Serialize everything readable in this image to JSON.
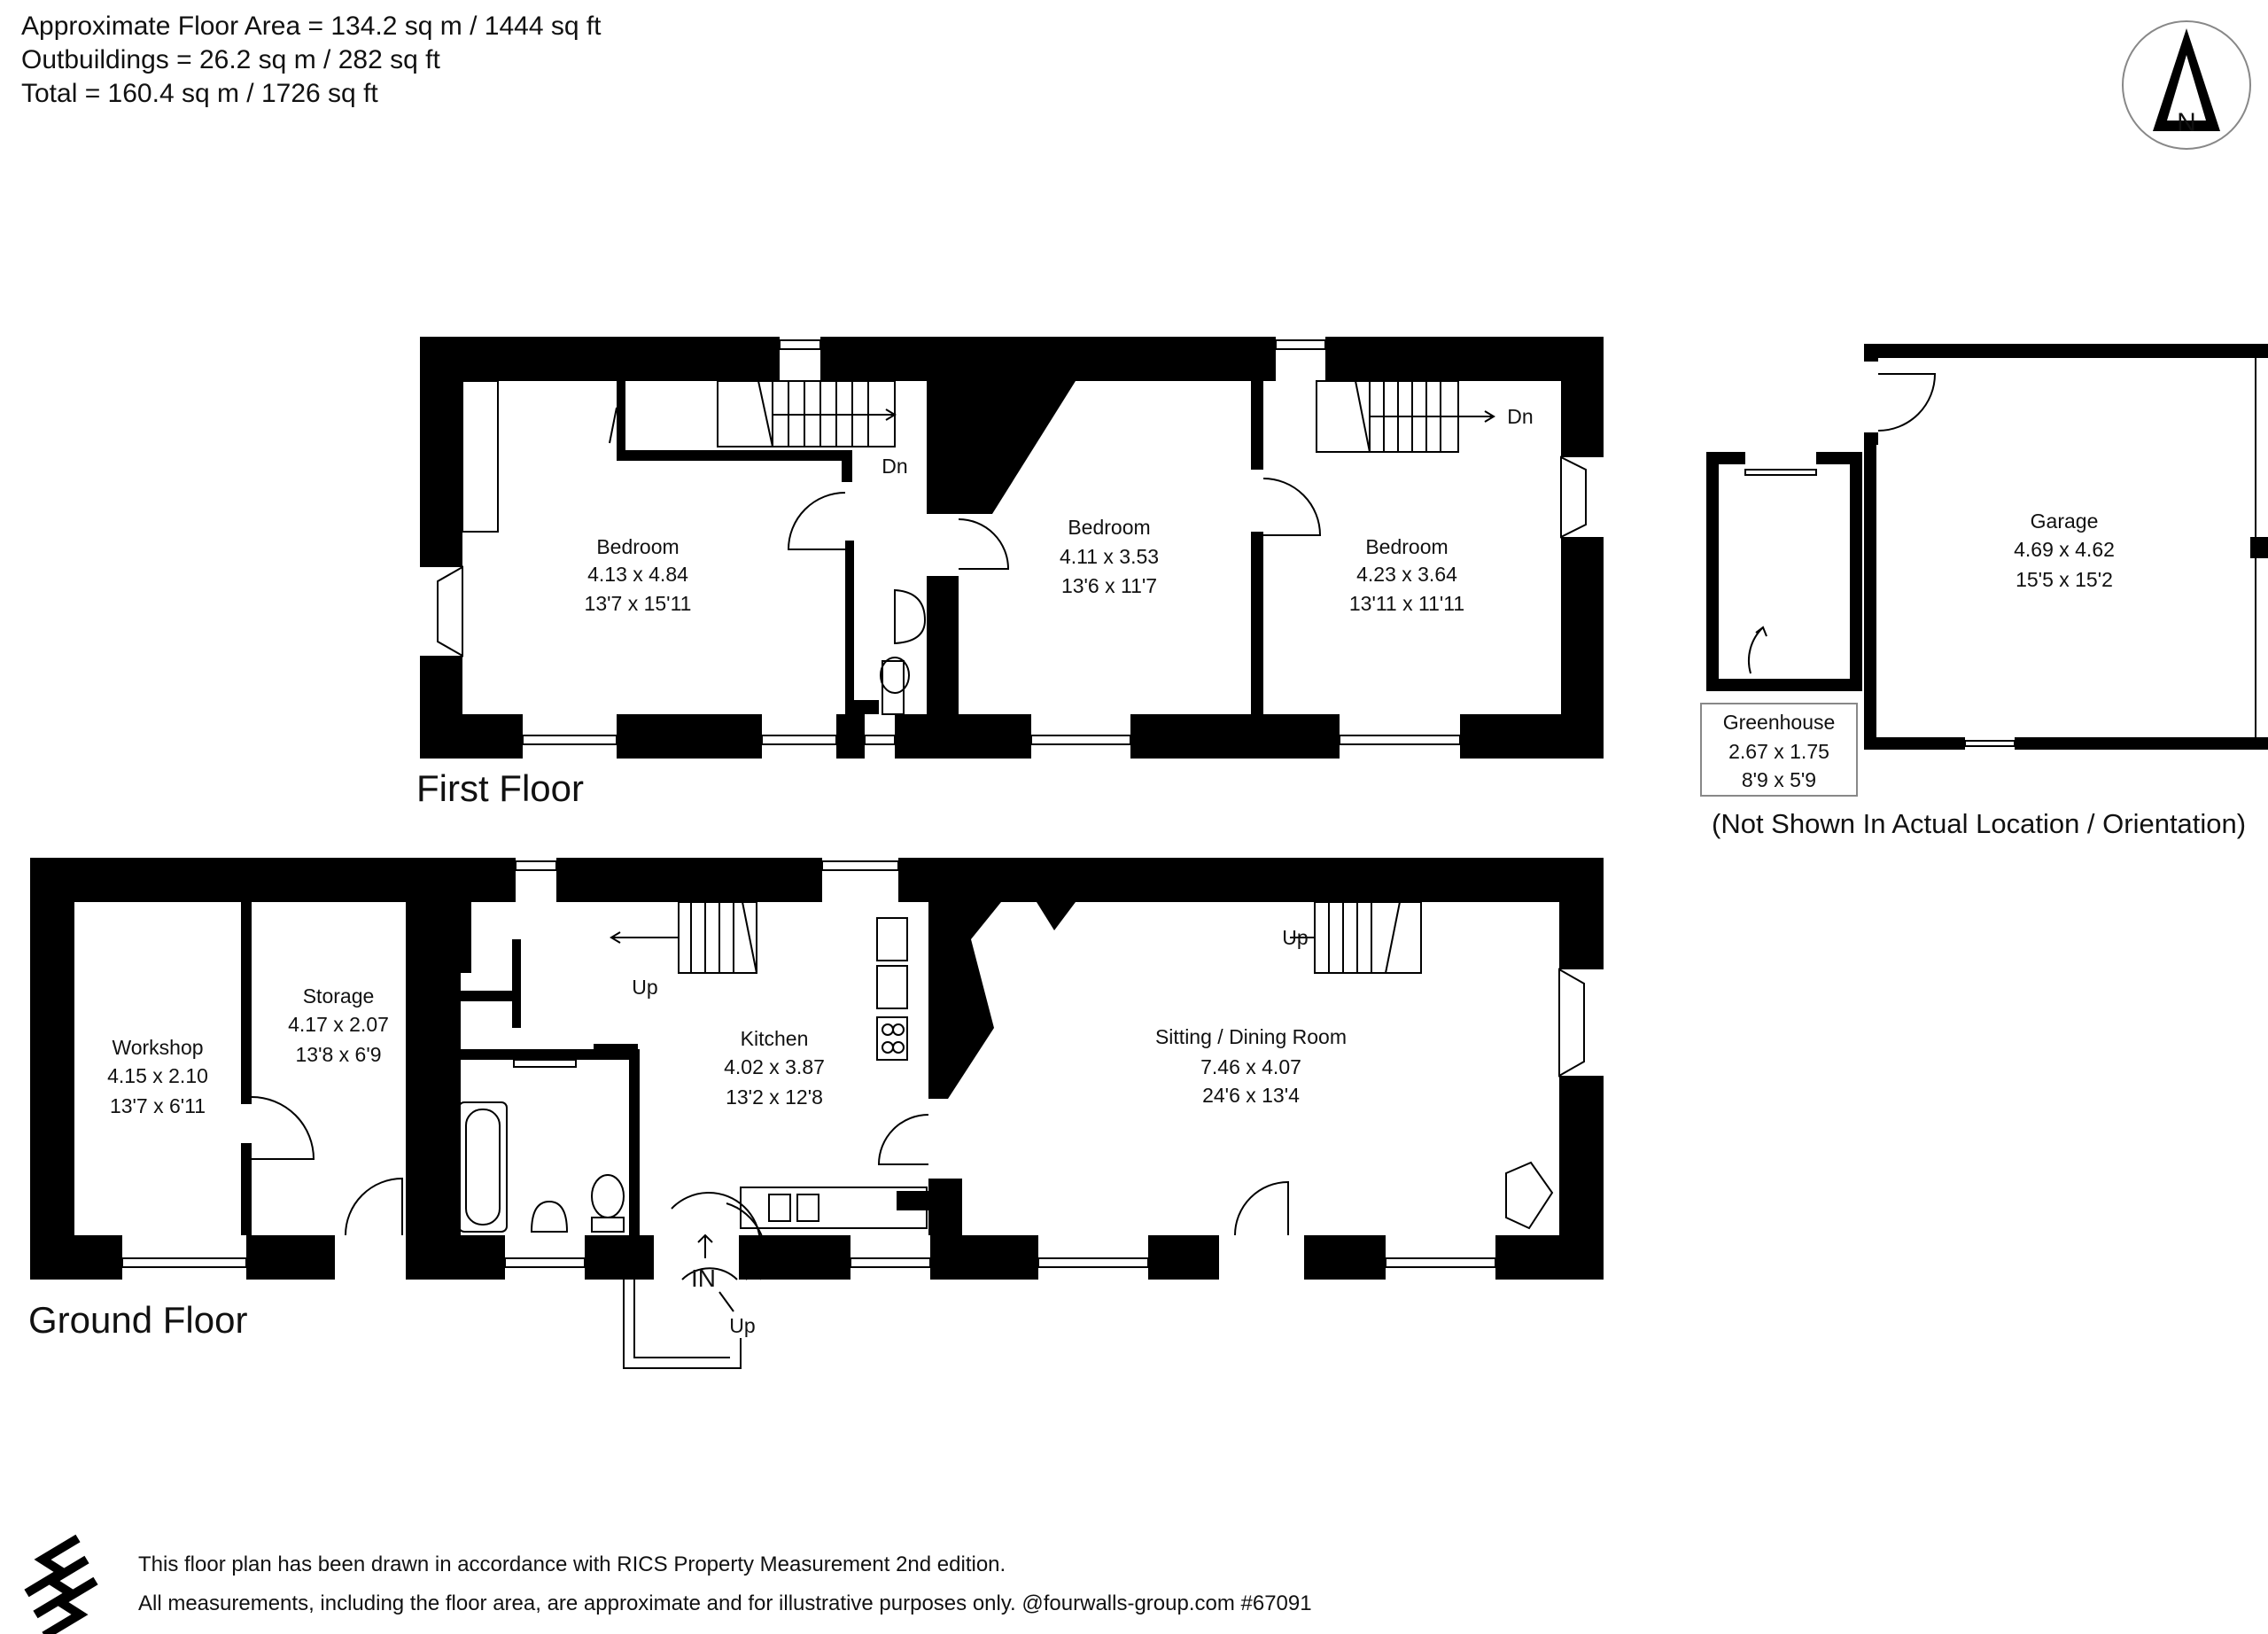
{
  "header": {
    "floor_area": "Approximate Floor Area = 134.2 sq m / 1444 sq ft",
    "outbuildings": "Outbuildings = 26.2 sq m / 282 sq ft",
    "total": "Total = 160.4 sq m / 1726 sq ft"
  },
  "compass": {
    "label": "N"
  },
  "floors": {
    "first_floor": "First Floor",
    "ground_floor": "Ground Floor"
  },
  "first_floor_rooms": {
    "bedroom1": {
      "name": "Bedroom",
      "metric": "4.13 x 4.84",
      "imperial": "13'7 x 15'11"
    },
    "bedroom2": {
      "name": "Bedroom",
      "metric": "4.11 x 3.53",
      "imperial": "13'6 x 11'7"
    },
    "bedroom3": {
      "name": "Bedroom",
      "metric": "4.23 x 3.64",
      "imperial": "13'11 x 11'11"
    },
    "stair_label_left": "Dn",
    "stair_label_right": "Dn"
  },
  "ground_floor_rooms": {
    "workshop": {
      "name": "Workshop",
      "metric": "4.15 x 2.10",
      "imperial": "13'7 x 6'11"
    },
    "storage": {
      "name": "Storage",
      "metric": "4.17 x 2.07",
      "imperial": "13'8 x 6'9"
    },
    "kitchen": {
      "name": "Kitchen",
      "metric": "4.02 x 3.87",
      "imperial": "13'2 x 12'8"
    },
    "sitting": {
      "name": "Sitting / Dining Room",
      "metric": "7.46 x 4.07",
      "imperial": "24'6 x 13'4"
    },
    "up_kitchen": "Up",
    "up_sitting": "Up",
    "up_entrance": "Up",
    "entrance": "IN"
  },
  "outbuildings": {
    "garage": {
      "name": "Garage",
      "metric": "4.69 x 4.62",
      "imperial": "15'5 x 15'2"
    },
    "greenhouse": {
      "name": "Greenhouse",
      "metric": "2.67 x 1.75",
      "imperial": "8'9 x 5'9"
    },
    "note": "(Not Shown In Actual Location / Orientation)"
  },
  "footer": {
    "line1": "This floor plan has been drawn in accordance with RICS Property Measurement 2nd edition.",
    "line2": "All measurements, including the floor area, are approximate and for illustrative purposes only. @fourwalls-group.com #67091"
  }
}
